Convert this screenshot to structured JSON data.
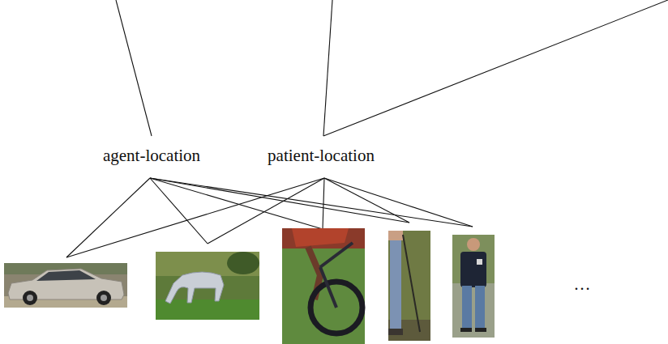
{
  "diagram": {
    "labels": [
      "agent-location",
      "patient-location",
      "…"
    ]
  }
}
